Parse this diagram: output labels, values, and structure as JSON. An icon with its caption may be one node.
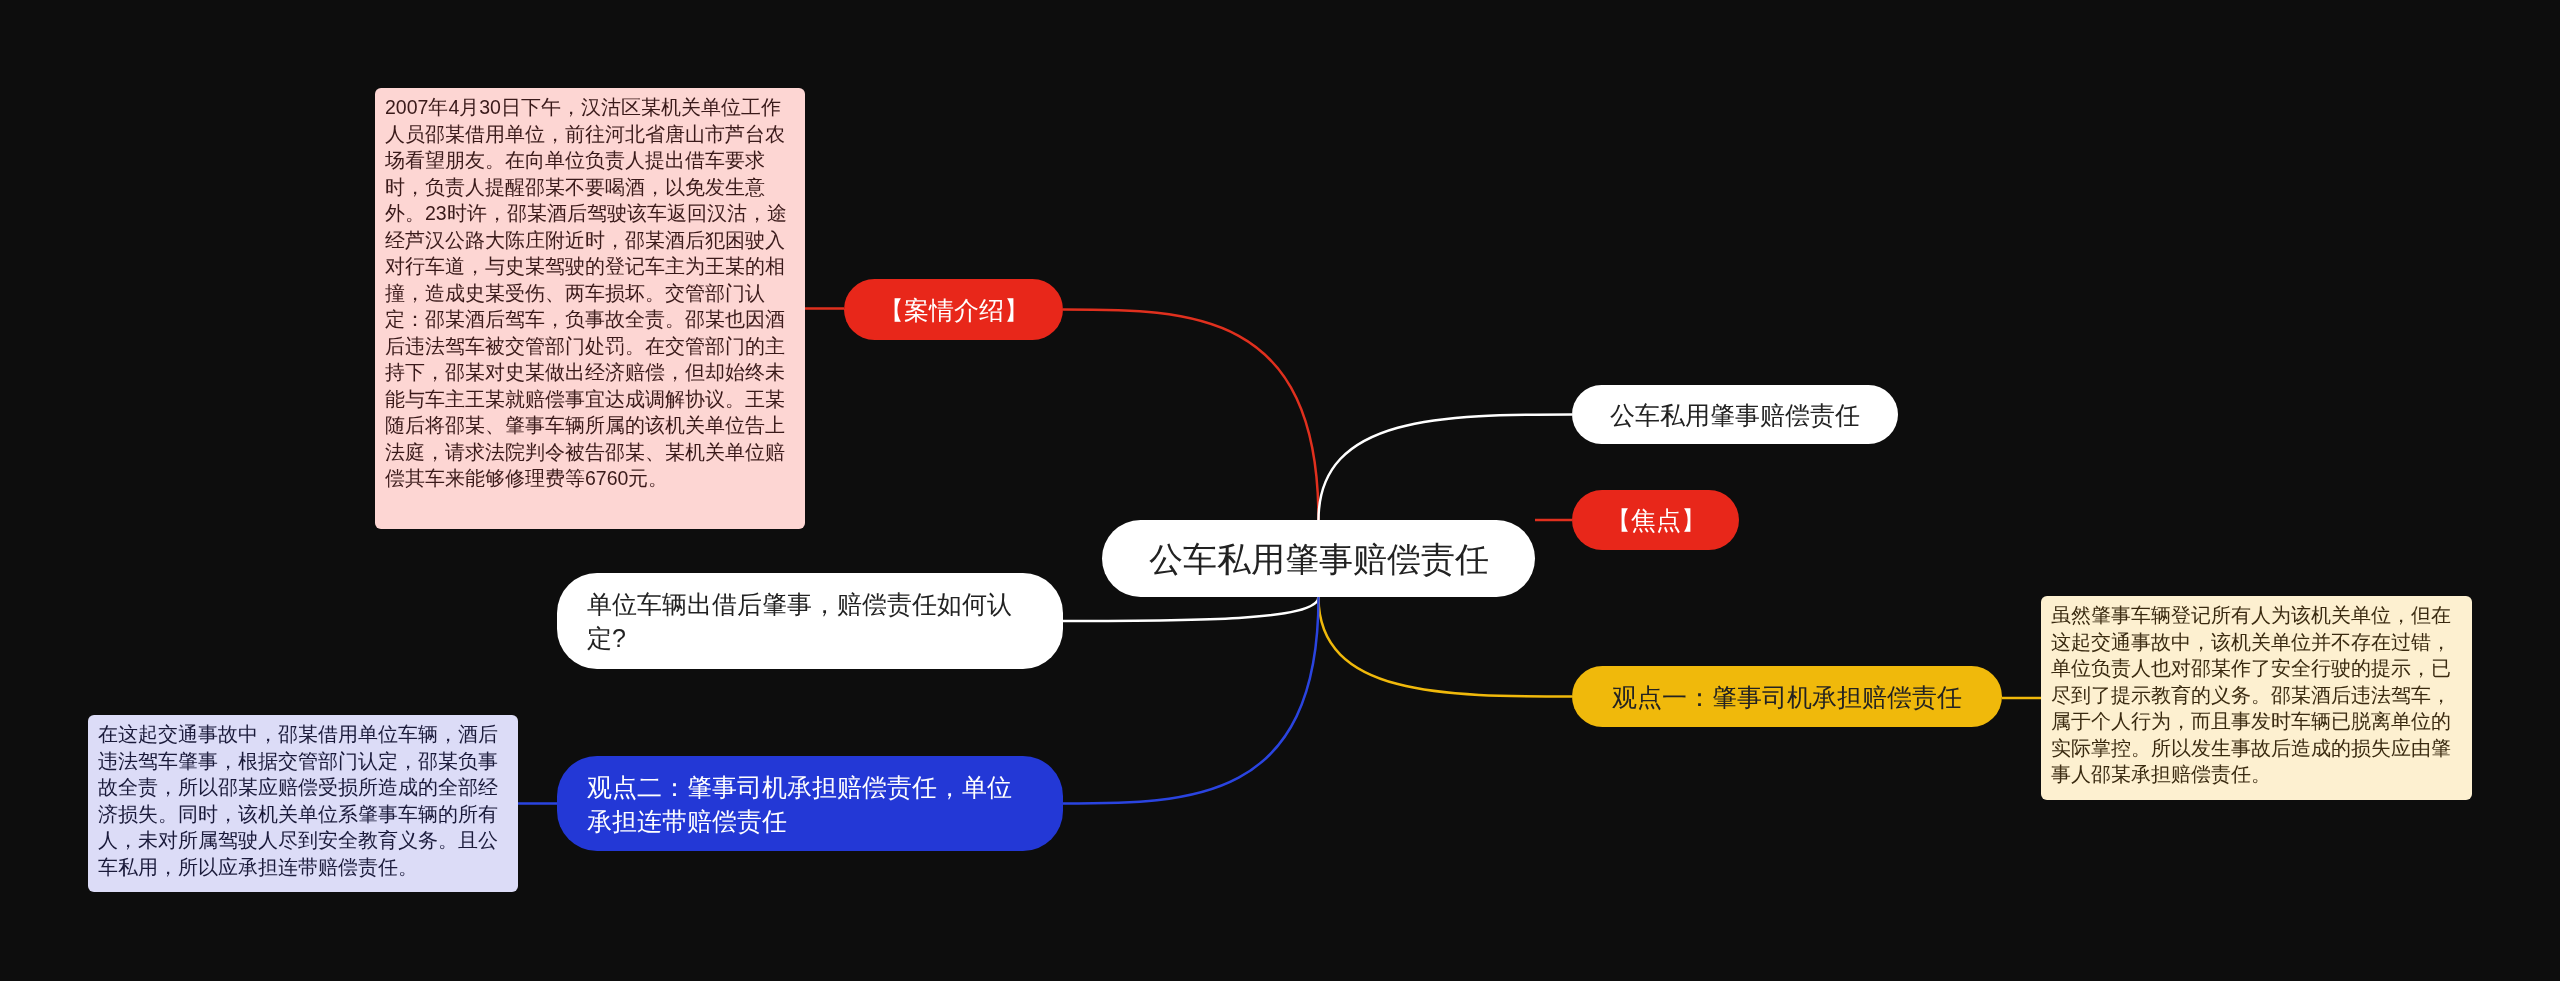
{
  "diagram": {
    "nodes": [
      {
        "text": [
          "公车私用肇事赔偿责任"
        ]
      },
      {
        "text": [
          "【案情介绍】"
        ]
      },
      {
        "text": [
          "2007年4月30日下午，汉沽区某机关单位工作人员邵某借用单位，前往河北省唐山市芦台农场看望朋友。在向单位负责人提出借车要求时，负责人提醒邵某不要喝酒，以免发生意外。23时许，邵某酒后驾驶该车返回汉沽，途经芦汉公路大陈庄附近时，邵某酒后犯困驶入对行车道，与史某驾驶的登记车主为王某的相撞，造成史某受伤、两车损坏。交管部门认定：邵某酒后驾车，负事故全责。邵某也因酒后违法驾车被交管部门处罚。在交管部门的主持下，邵某对史某做出经济赔偿，但却始终未能与车主王某就赔偿事宜达成调解协议。王某随后将邵某、肇事车辆所属的该机关单位告上法庭，请求法院判令被告邵某、某机关单位赔偿其车来能够修理费等6760元。"
        ]
      },
      {
        "text": [
          "公车私用肇事赔偿责任"
        ]
      },
      {
        "text": [
          "【焦点】"
        ]
      },
      {
        "text": [
          "单位车辆出借后肇事，赔偿责任如何认定?"
        ]
      },
      {
        "text": [
          "观点一：肇事司机承担赔偿责任"
        ]
      },
      {
        "text": [
          "虽然肇事车辆登记所有人为该机关单位，但在这起交通事故中，该机关单位并不存在过错，单位负责人也对邵某作了安全行驶的提示，已尽到了提示教育的义务。邵某酒后违法驾车，属于个人行为，而且事发时车辆已脱离单位的实际掌控。所以发生事故后造成的损失应由肇事人邵某承担赔偿责任。"
        ]
      },
      {
        "text": [
          "观点二：肇事司机承担赔偿责任，单位承担连带赔偿责任"
        ]
      },
      {
        "text": [
          "在这起交通事故中，邵某借用单位车辆，酒后违法驾车肇事，根据交管部门认定，邵某负事故全责，所以邵某应赔偿受损所造成的全部经济损失。同时，该机关单位系肇事车辆的所有人，未对所属驾驶人尽到安全教育义务。且公车私用，所以应承担连带赔偿责任。"
        ]
      }
    ],
    "edges": [
      {
        "from": 0,
        "to": 1,
        "arrow": "none",
        "color": "#e0301e"
      },
      {
        "from": 1,
        "to": 2,
        "arrow": "none",
        "color": "#e0301e"
      },
      {
        "from": 0,
        "to": 3,
        "arrow": "none",
        "color": "#ffffff"
      },
      {
        "from": 0,
        "to": 4,
        "arrow": "none",
        "color": "#e0301e"
      },
      {
        "from": 0,
        "to": 5,
        "arrow": "none",
        "color": "#ffffff"
      },
      {
        "from": 0,
        "to": 6,
        "arrow": "none",
        "color": "#f0b90b"
      },
      {
        "from": 6,
        "to": 7,
        "arrow": "none",
        "color": "#f0b90b"
      },
      {
        "from": 0,
        "to": 8,
        "arrow": "none",
        "color": "#2a44e0"
      },
      {
        "from": 8,
        "to": 9,
        "arrow": "none",
        "color": "#2a44e0"
      }
    ]
  }
}
